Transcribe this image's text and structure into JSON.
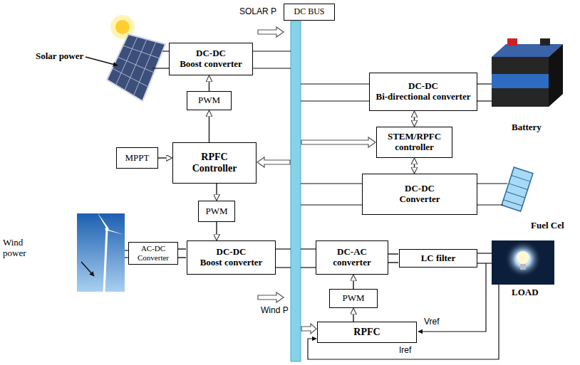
{
  "diagram": {
    "nodes": [
      {
        "text": [
          "DC BUS"
        ]
      },
      {
        "text": [
          "DC-DC",
          "Boost converter"
        ]
      },
      {
        "text": [
          "PWM"
        ]
      },
      {
        "text": [
          "MPPT"
        ]
      },
      {
        "text": [
          "RPFC",
          "Controller"
        ]
      },
      {
        "text": [
          "PWM"
        ]
      },
      {
        "text": [
          "AC-DC",
          "Converter"
        ]
      },
      {
        "text": [
          "DC-DC",
          "Boost converter"
        ]
      },
      {
        "text": [
          "DC-DC",
          "Bi-directional converter"
        ]
      },
      {
        "text": [
          "STEM/RPFC",
          "controller"
        ]
      },
      {
        "text": [
          "DC-DC",
          "Converter"
        ]
      },
      {
        "text": [
          "DC-AC",
          "converter"
        ]
      },
      {
        "text": [
          "LC filter"
        ]
      },
      {
        "text": [
          "PWM"
        ]
      },
      {
        "text": [
          "RPFC"
        ]
      }
    ],
    "edges": [
      {
        "from": 2,
        "to": 1,
        "arrow": "to"
      },
      {
        "from": 4,
        "to": 2,
        "arrow": "to"
      },
      {
        "from": 3,
        "to": 4,
        "arrow": "to"
      },
      {
        "from": 4,
        "to": 5,
        "arrow": "to"
      },
      {
        "from": 5,
        "to": 7,
        "arrow": "to"
      },
      {
        "from": 6,
        "to": 7,
        "arrow": "none"
      },
      {
        "from": 8,
        "to": 9,
        "arrow": "both"
      },
      {
        "from": 9,
        "to": 10,
        "arrow": "both"
      },
      {
        "from": 11,
        "to": 12,
        "arrow": "none"
      },
      {
        "from": 13,
        "to": 11,
        "arrow": "to"
      },
      {
        "from": 14,
        "to": 13,
        "arrow": "to"
      }
    ],
    "labels": [
      "SOLAR P",
      "Solar power",
      "Battery",
      "Wind power",
      "Fuel Cel",
      "Wind P",
      "LOAD",
      "Vref",
      "Iref"
    ]
  }
}
